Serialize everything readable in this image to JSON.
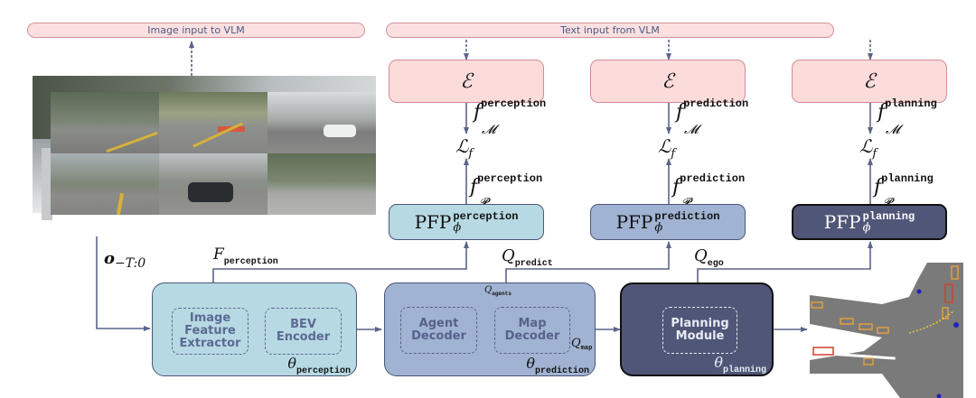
{
  "image_input_label": "Image input to VLM",
  "text_input_label": "Text input from VLM",
  "observation_label": {
    "base": "o",
    "sub": "−T:0"
  },
  "feature_label": {
    "base": "F",
    "sub": "perception"
  },
  "encoder_symbol": "ℰ",
  "loss_label": {
    "base": "ℒ",
    "sub": "f"
  },
  "branches": [
    {
      "key": "perception",
      "fM": "perception",
      "fP": "perception",
      "pfp_base": "PFP",
      "pfp_sup": "perception",
      "pfp_sub": "ϕ",
      "color": "#b7d9e3",
      "border": "#4d5577",
      "text_color": "#111111"
    },
    {
      "key": "prediction",
      "fM": "prediction",
      "fP": "prediction",
      "pfp_base": "PFP",
      "pfp_sup": "prediction",
      "pfp_sub": "ϕ",
      "color": "#a1b3d2",
      "border": "#4d5577",
      "text_color": "#111111"
    },
    {
      "key": "planning",
      "fM": "planning",
      "fP": "planning",
      "pfp_base": "PFP",
      "pfp_sup": "planning",
      "pfp_sub": "ϕ",
      "color": "#505677",
      "border": "#111111",
      "text_color": "#ffffff"
    }
  ],
  "f_base": "f",
  "f_M_sub": "𝓜",
  "f_P_sub": "𝓟",
  "q_predict": {
    "base": "Q",
    "sub": "predict"
  },
  "q_ego": {
    "base": "Q",
    "sub": "ego"
  },
  "q_agents": {
    "base": "Q",
    "sub": "agents"
  },
  "q_map": {
    "base": "Q",
    "sub": "map"
  },
  "modules": {
    "perception": {
      "inner": [
        "Image Feature Extractor",
        "BEV Encoder"
      ],
      "theta_sub": "perception",
      "color": "#b7d9e3",
      "border": "#4d5577",
      "inner_color": "#5b6a93"
    },
    "prediction": {
      "inner": [
        "Agent Decoder",
        "Map Decoder"
      ],
      "theta_sub": "prediction",
      "color": "#a1b3d2",
      "border": "#4d5577",
      "inner_color": "#56628a"
    },
    "planning": {
      "inner": [
        "Planning Module"
      ],
      "theta_sub": "planning",
      "color": "#505677",
      "border": "#111111",
      "inner_color": "#e8ecf6"
    }
  },
  "theta_symbol": "θ",
  "colors": {
    "line": "#5b6488",
    "vlm_border": "#d4919a",
    "vlm_fill": "#fbe0df"
  }
}
